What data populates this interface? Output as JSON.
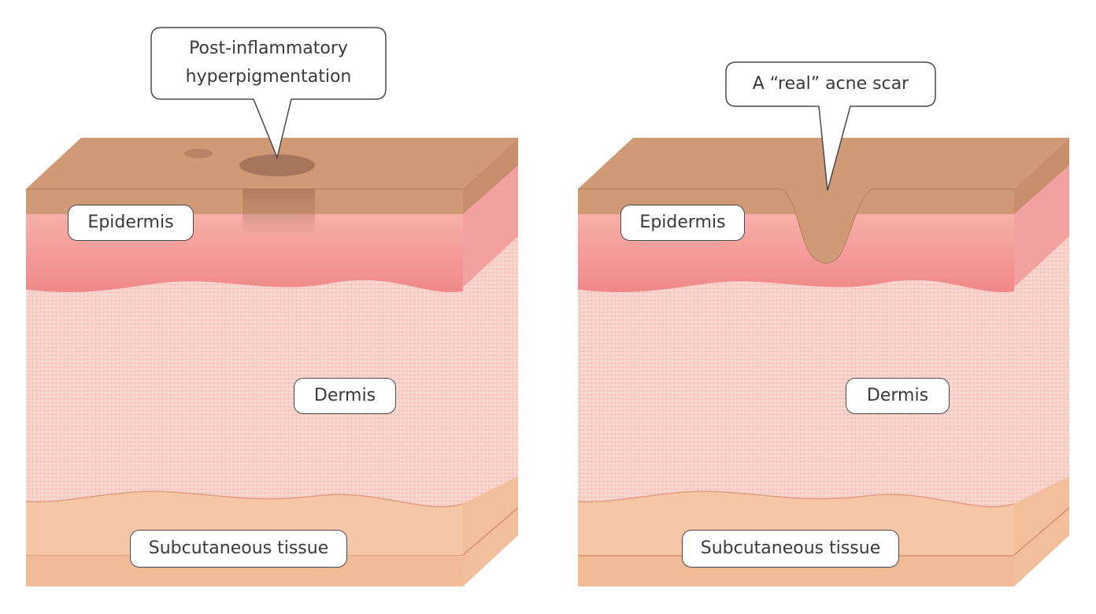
{
  "left_panel": {
    "callout": [
      "Post-inflammatory",
      "hyperpigmentation"
    ],
    "epidermis": "Epidermis",
    "dermis": "Dermis",
    "subcutaneous": "Subcutaneous tissue"
  },
  "right_panel": {
    "callout": "A “real” acne scar",
    "epidermis": "Epidermis",
    "dermis": "Dermis",
    "subcutaneous": "Subcutaneous tissue"
  },
  "colors": {
    "skin_top": "#d09a76",
    "skin_side": "#c9926e",
    "epidermis": "#f3a3a0",
    "dermis": "#f7cfc7",
    "subcutaneous": "#f6c7a6",
    "subcutaneous_dark": "#eeb690",
    "pigment": "#9b6f55"
  }
}
